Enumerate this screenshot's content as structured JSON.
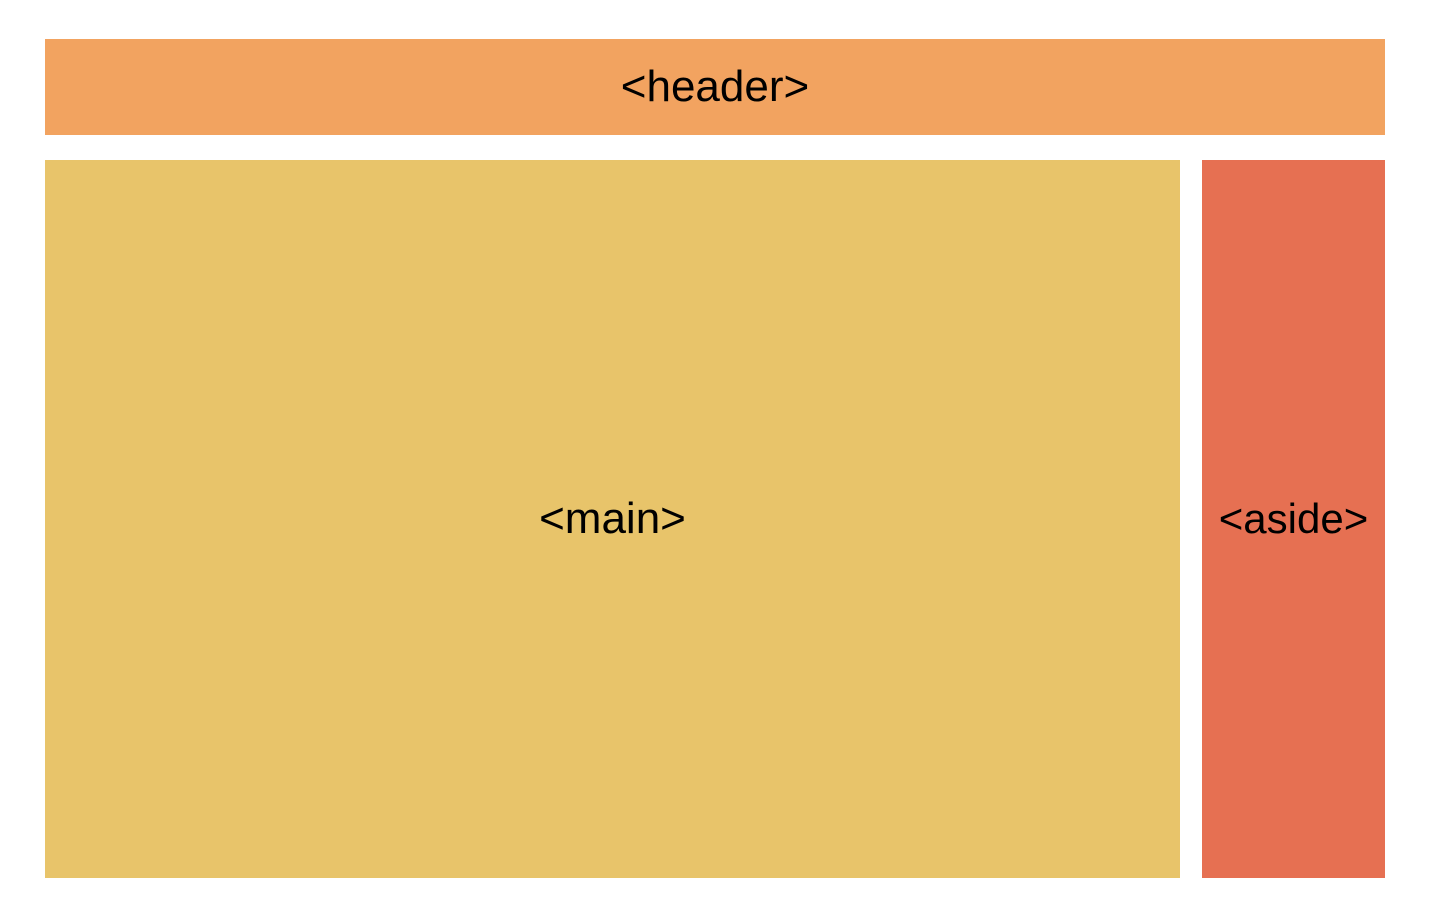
{
  "blocks": {
    "header": {
      "label": "<header>",
      "color": "#F2A360"
    },
    "main": {
      "label": "<main>",
      "color": "#E8C46A"
    },
    "aside": {
      "label": "<aside>",
      "color": "#E67052"
    }
  },
  "colors": {
    "background": "#FFFFFF",
    "text": "#000000"
  }
}
